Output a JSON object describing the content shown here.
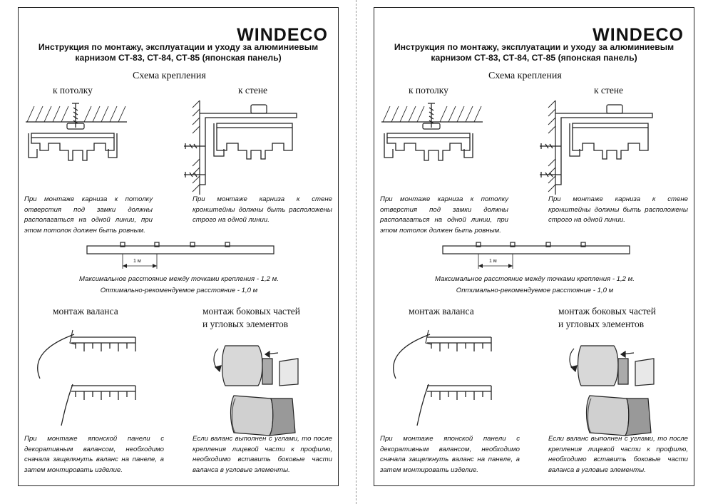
{
  "brand": "WINDECO",
  "title_line1": "Инструкция по монтажу, эксплуатации и уходу за алюминиевым",
  "title_line2": "карнизом СТ-83, СТ-84, СТ-85 (японская панель)",
  "scheme_title": "Схема крепления",
  "ceiling_label": "к потолку",
  "wall_label": "к стене",
  "ceiling_note": "При монтаже карниза к потолку отверстия под замки должны располагаться на одной линии, при этом потолок должен быть ровным.",
  "wall_note": "При монтаже карниза к стене кронштейны должны быть расположены строго на одной линии.",
  "distance_label": "1 м",
  "max_distance": "Максимальное расстояние между точками крепления - 1,2 м.",
  "recommended_distance": "Оптимально-рекомендуемое расстояние - 1,0 м",
  "valance_title": "монтаж валанса",
  "side_title_line1": "монтаж боковых частей",
  "side_title_line2": "и угловых элементов",
  "valance_note": "При монтаже японской панели с декоративным валансом, необходимо сначала защелкнуть валанс на панеле, а затем монтировать изделие.",
  "side_note": "Если валанс выполнен с углами, то после крепления лицевой части к профилю, необходимо вставить боковые части валанса в угловые элементы."
}
